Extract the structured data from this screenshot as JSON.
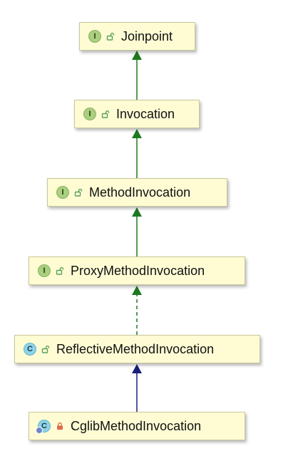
{
  "colors": {
    "implements_arrow": "#1e7a1e",
    "extends_arrow": "#1a1f7a",
    "node_fill": "#fffcd4",
    "public_lock": "#5aa05a",
    "private_lock": "#e06a4c"
  },
  "nodes": [
    {
      "id": "joinpoint",
      "label": "Joinpoint",
      "kind": "interface",
      "kind_letter": "I",
      "visibility": "public"
    },
    {
      "id": "invocation",
      "label": "Invocation",
      "kind": "interface",
      "kind_letter": "I",
      "visibility": "public"
    },
    {
      "id": "method-invocation",
      "label": "MethodInvocation",
      "kind": "interface",
      "kind_letter": "I",
      "visibility": "public"
    },
    {
      "id": "proxy-method-invocation",
      "label": "ProxyMethodInvocation",
      "kind": "interface",
      "kind_letter": "I",
      "visibility": "public"
    },
    {
      "id": "reflective-method-invocation",
      "label": "ReflectiveMethodInvocation",
      "kind": "class",
      "kind_letter": "C",
      "visibility": "public"
    },
    {
      "id": "cglib-method-invocation",
      "label": "CglibMethodInvocation",
      "kind": "class",
      "kind_letter": "C",
      "visibility": "private"
    }
  ],
  "edges": [
    {
      "from": "invocation",
      "to": "joinpoint",
      "type": "extends-interface",
      "style": "solid",
      "color": "#1e7a1e"
    },
    {
      "from": "method-invocation",
      "to": "invocation",
      "type": "extends-interface",
      "style": "solid",
      "color": "#1e7a1e"
    },
    {
      "from": "proxy-method-invocation",
      "to": "method-invocation",
      "type": "extends-interface",
      "style": "solid",
      "color": "#1e7a1e"
    },
    {
      "from": "reflective-method-invocation",
      "to": "proxy-method-invocation",
      "type": "implements",
      "style": "dashed",
      "color": "#1e7a1e"
    },
    {
      "from": "cglib-method-invocation",
      "to": "reflective-method-invocation",
      "type": "extends-class",
      "style": "solid",
      "color": "#1a1f7a"
    }
  ]
}
